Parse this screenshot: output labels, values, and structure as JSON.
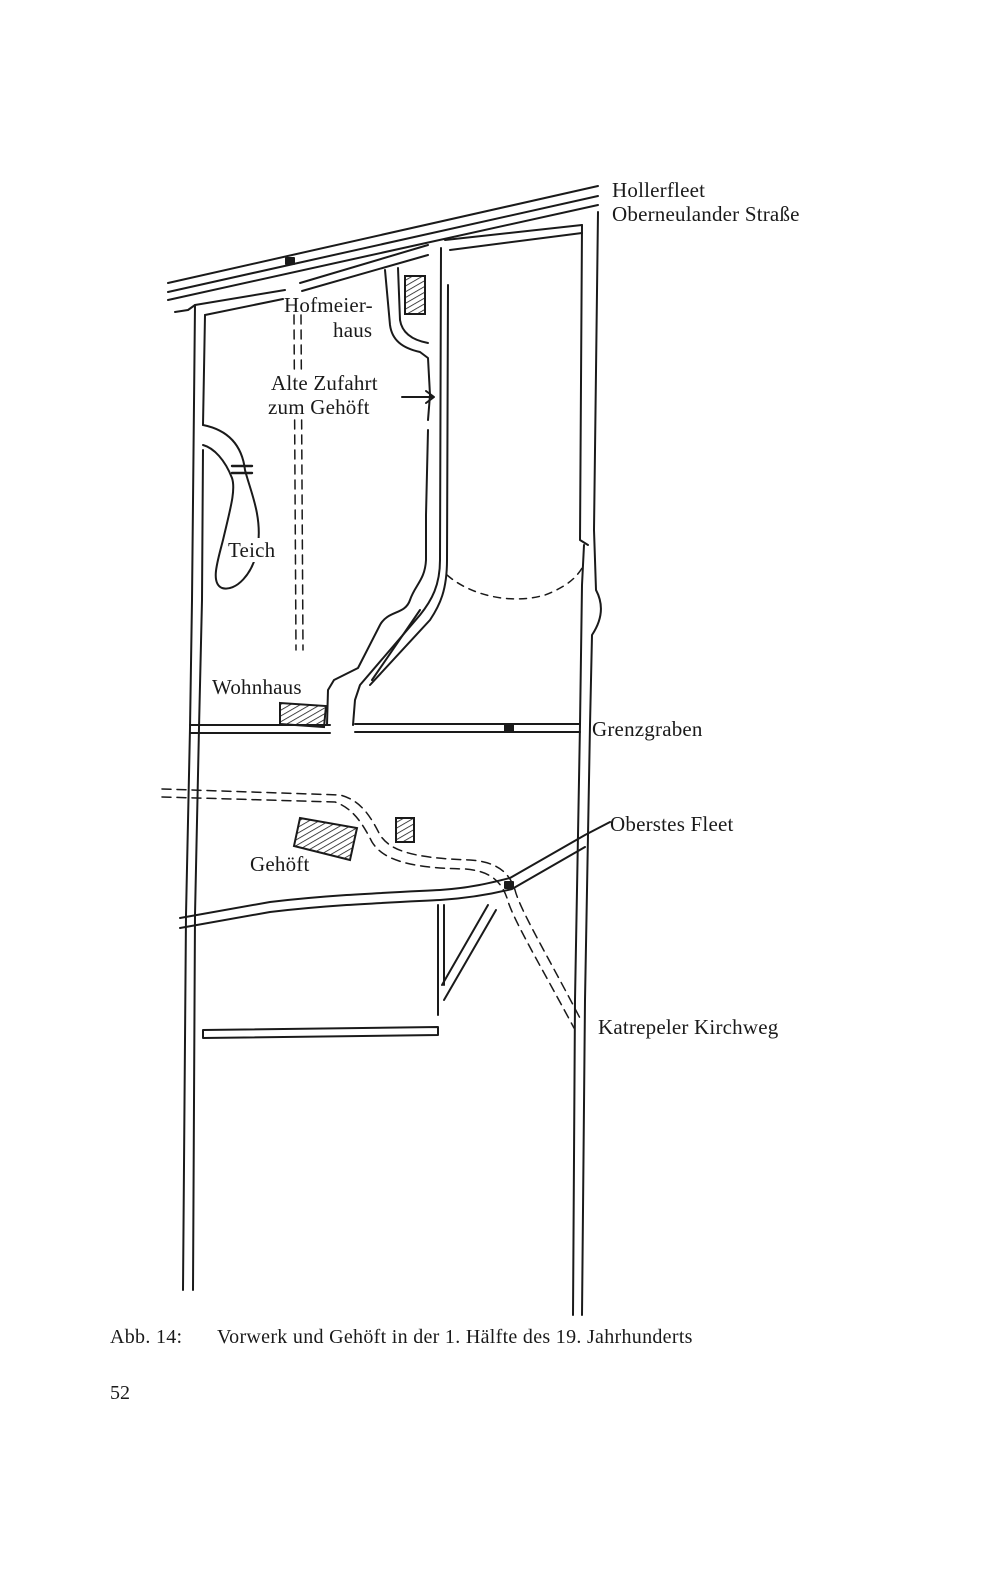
{
  "labels": {
    "hollerfleet": "Hollerfleet",
    "oberneulander": "Oberneulander Straße",
    "hofmeier_line1": "Hofmeier-",
    "hofmeier_line2": "haus",
    "alte_line1": "Alte Zufahrt",
    "alte_line2": "zum Gehöft",
    "teich": "Teich",
    "wohnhaus": "Wohnhaus",
    "grenzgraben": "Grenzgraben",
    "oberstes_fleet": "Oberstes Fleet",
    "gehoeft": "Gehöft",
    "katrepeler": "Katrepeler Kirchweg"
  },
  "caption": {
    "number": "Abb. 14:",
    "text": "Vorwerk und Gehöft in der 1. Hälfte des 19. Jahrhunderts"
  },
  "page_number": "52",
  "colors": {
    "ink": "#1a1a1a",
    "paper": "#ffffff"
  }
}
